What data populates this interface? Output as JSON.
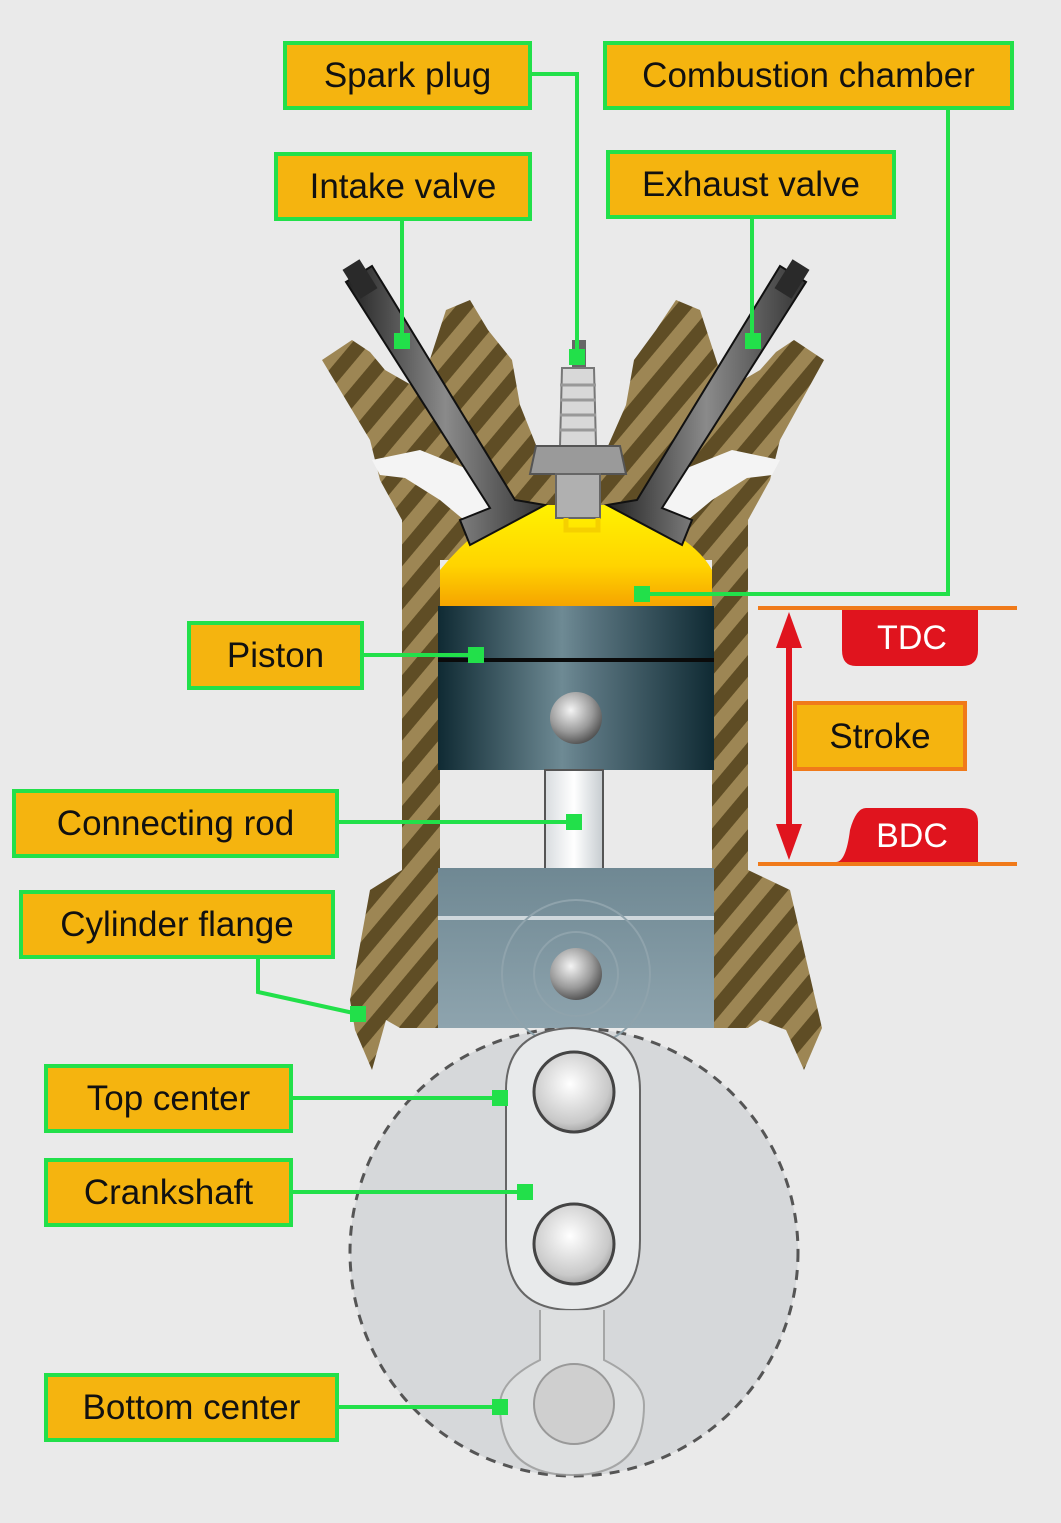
{
  "labels": {
    "spark_plug": "Spark plug",
    "combustion_chamber": "Combustion chamber",
    "intake_valve": "Intake valve",
    "exhaust_valve": "Exhaust valve",
    "piston": "Piston",
    "connecting_rod": "Connecting rod",
    "cylinder_flange": "Cylinder flange",
    "top_center": "Top center",
    "crankshaft": "Crankshaft",
    "bottom_center": "Bottom center"
  },
  "stroke": {
    "tdc": "TDC",
    "label": "Stroke",
    "bdc": "BDC"
  },
  "colors": {
    "label_fill": "#f5b40f",
    "label_border": "#22e04a",
    "leader_line": "#22e04a",
    "tdc_bdc": "#e0141e",
    "stroke_line": "#f07a1a",
    "chamber": "#ffd800",
    "cylinder_wall": "#6e5a2c"
  }
}
